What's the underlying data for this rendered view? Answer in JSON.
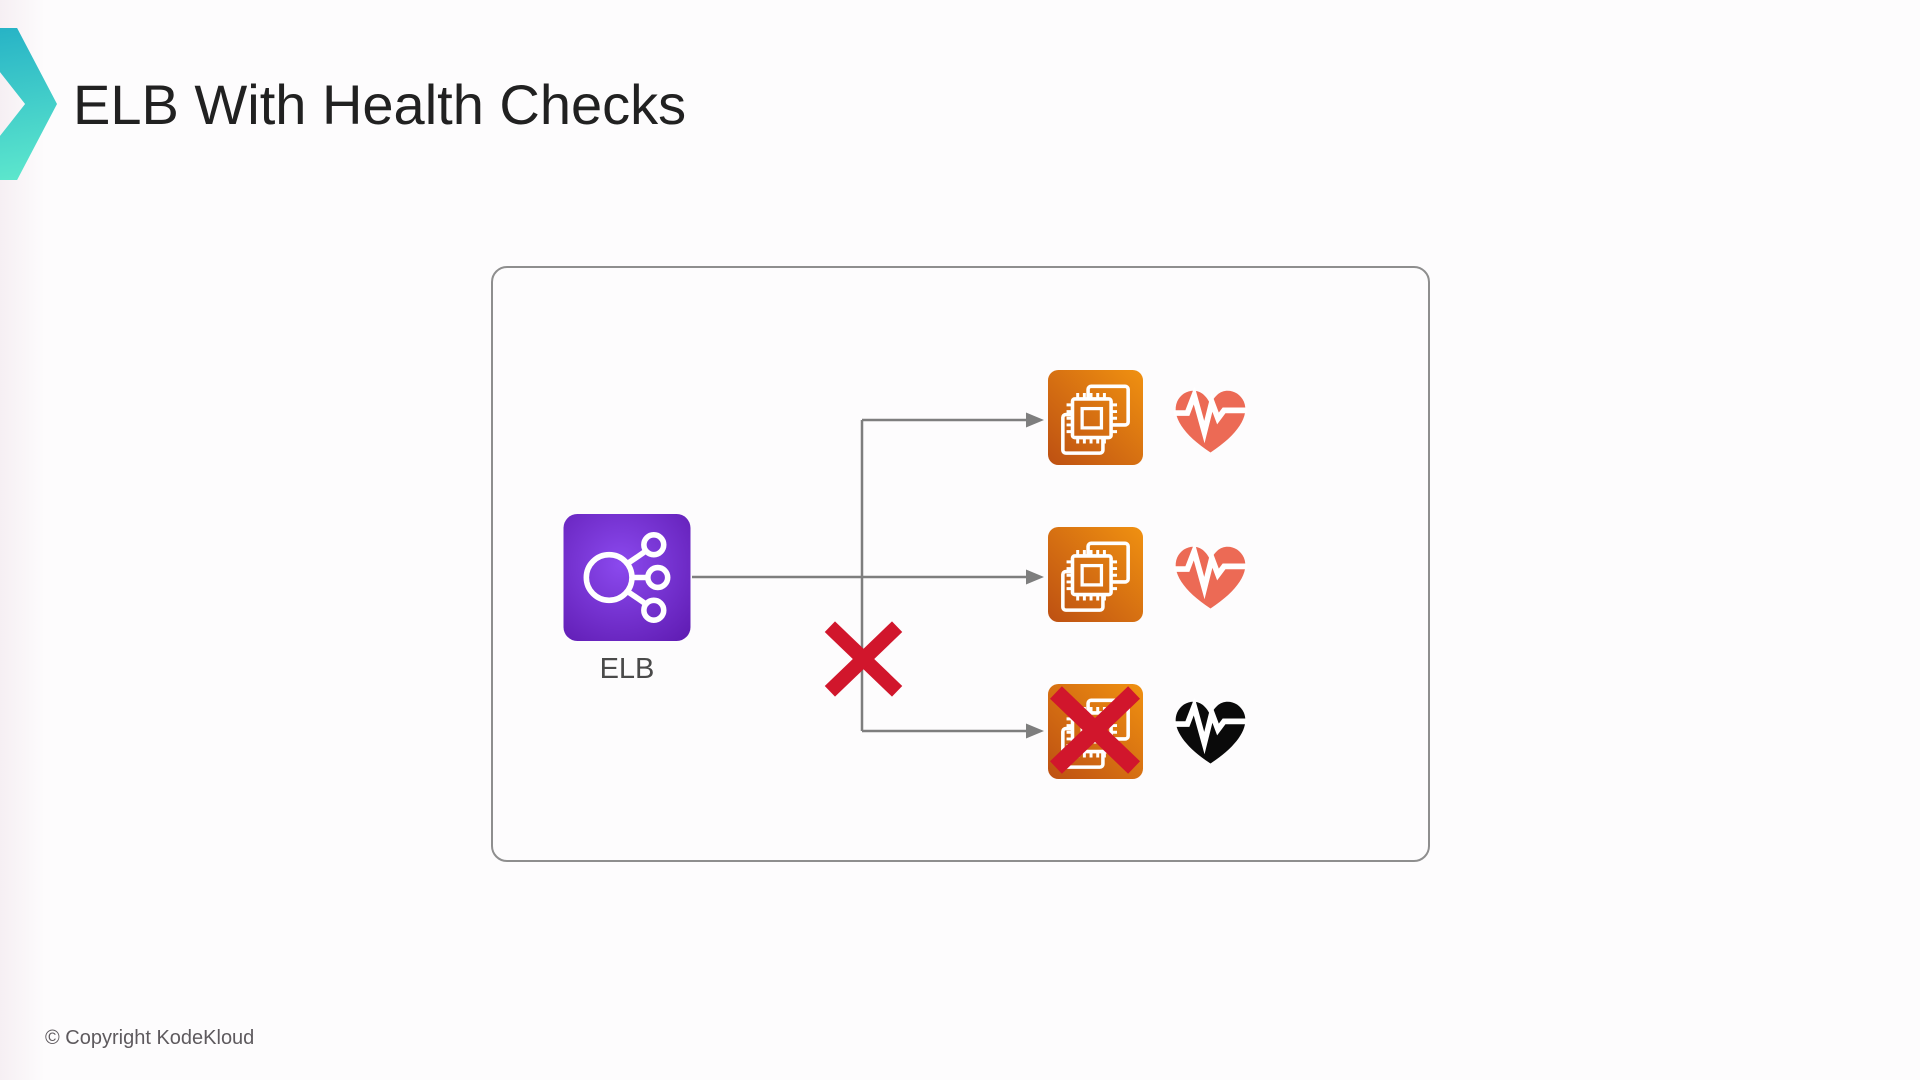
{
  "slide": {
    "title": "ELB With Health Checks",
    "footer": "© Copyright KodeKloud"
  },
  "diagram": {
    "elb": {
      "label": "ELB",
      "icon": "elastic-load-balancer-icon"
    },
    "instances": [
      {
        "id": "ec2-instance-1",
        "icon": "ec2-instance-icon",
        "health": "healthy"
      },
      {
        "id": "ec2-instance-2",
        "icon": "ec2-instance-icon",
        "health": "healthy"
      },
      {
        "id": "ec2-instance-3",
        "icon": "ec2-instance-icon",
        "health": "unhealthy"
      }
    ],
    "annotations": {
      "blocked_path_marker": "red-x-icon",
      "healthy_marker": "heartbeat-icon",
      "unhealthy_marker": "failed-heartbeat-icon"
    },
    "colors": {
      "ec2_gradient_start": "#bd5012",
      "ec2_gradient_end": "#f09111",
      "elb_gradient_inner": "#8b49ee",
      "elb_gradient_outer": "#5c18ae",
      "healthy_heart": "#ec6a55",
      "unhealthy_heart": "#0a0a0a",
      "cross_red": "#d1162c",
      "connector": "#7e7e7e",
      "accent_teal_start": "#27b3c6",
      "accent_teal_end": "#5fe9cd"
    }
  }
}
